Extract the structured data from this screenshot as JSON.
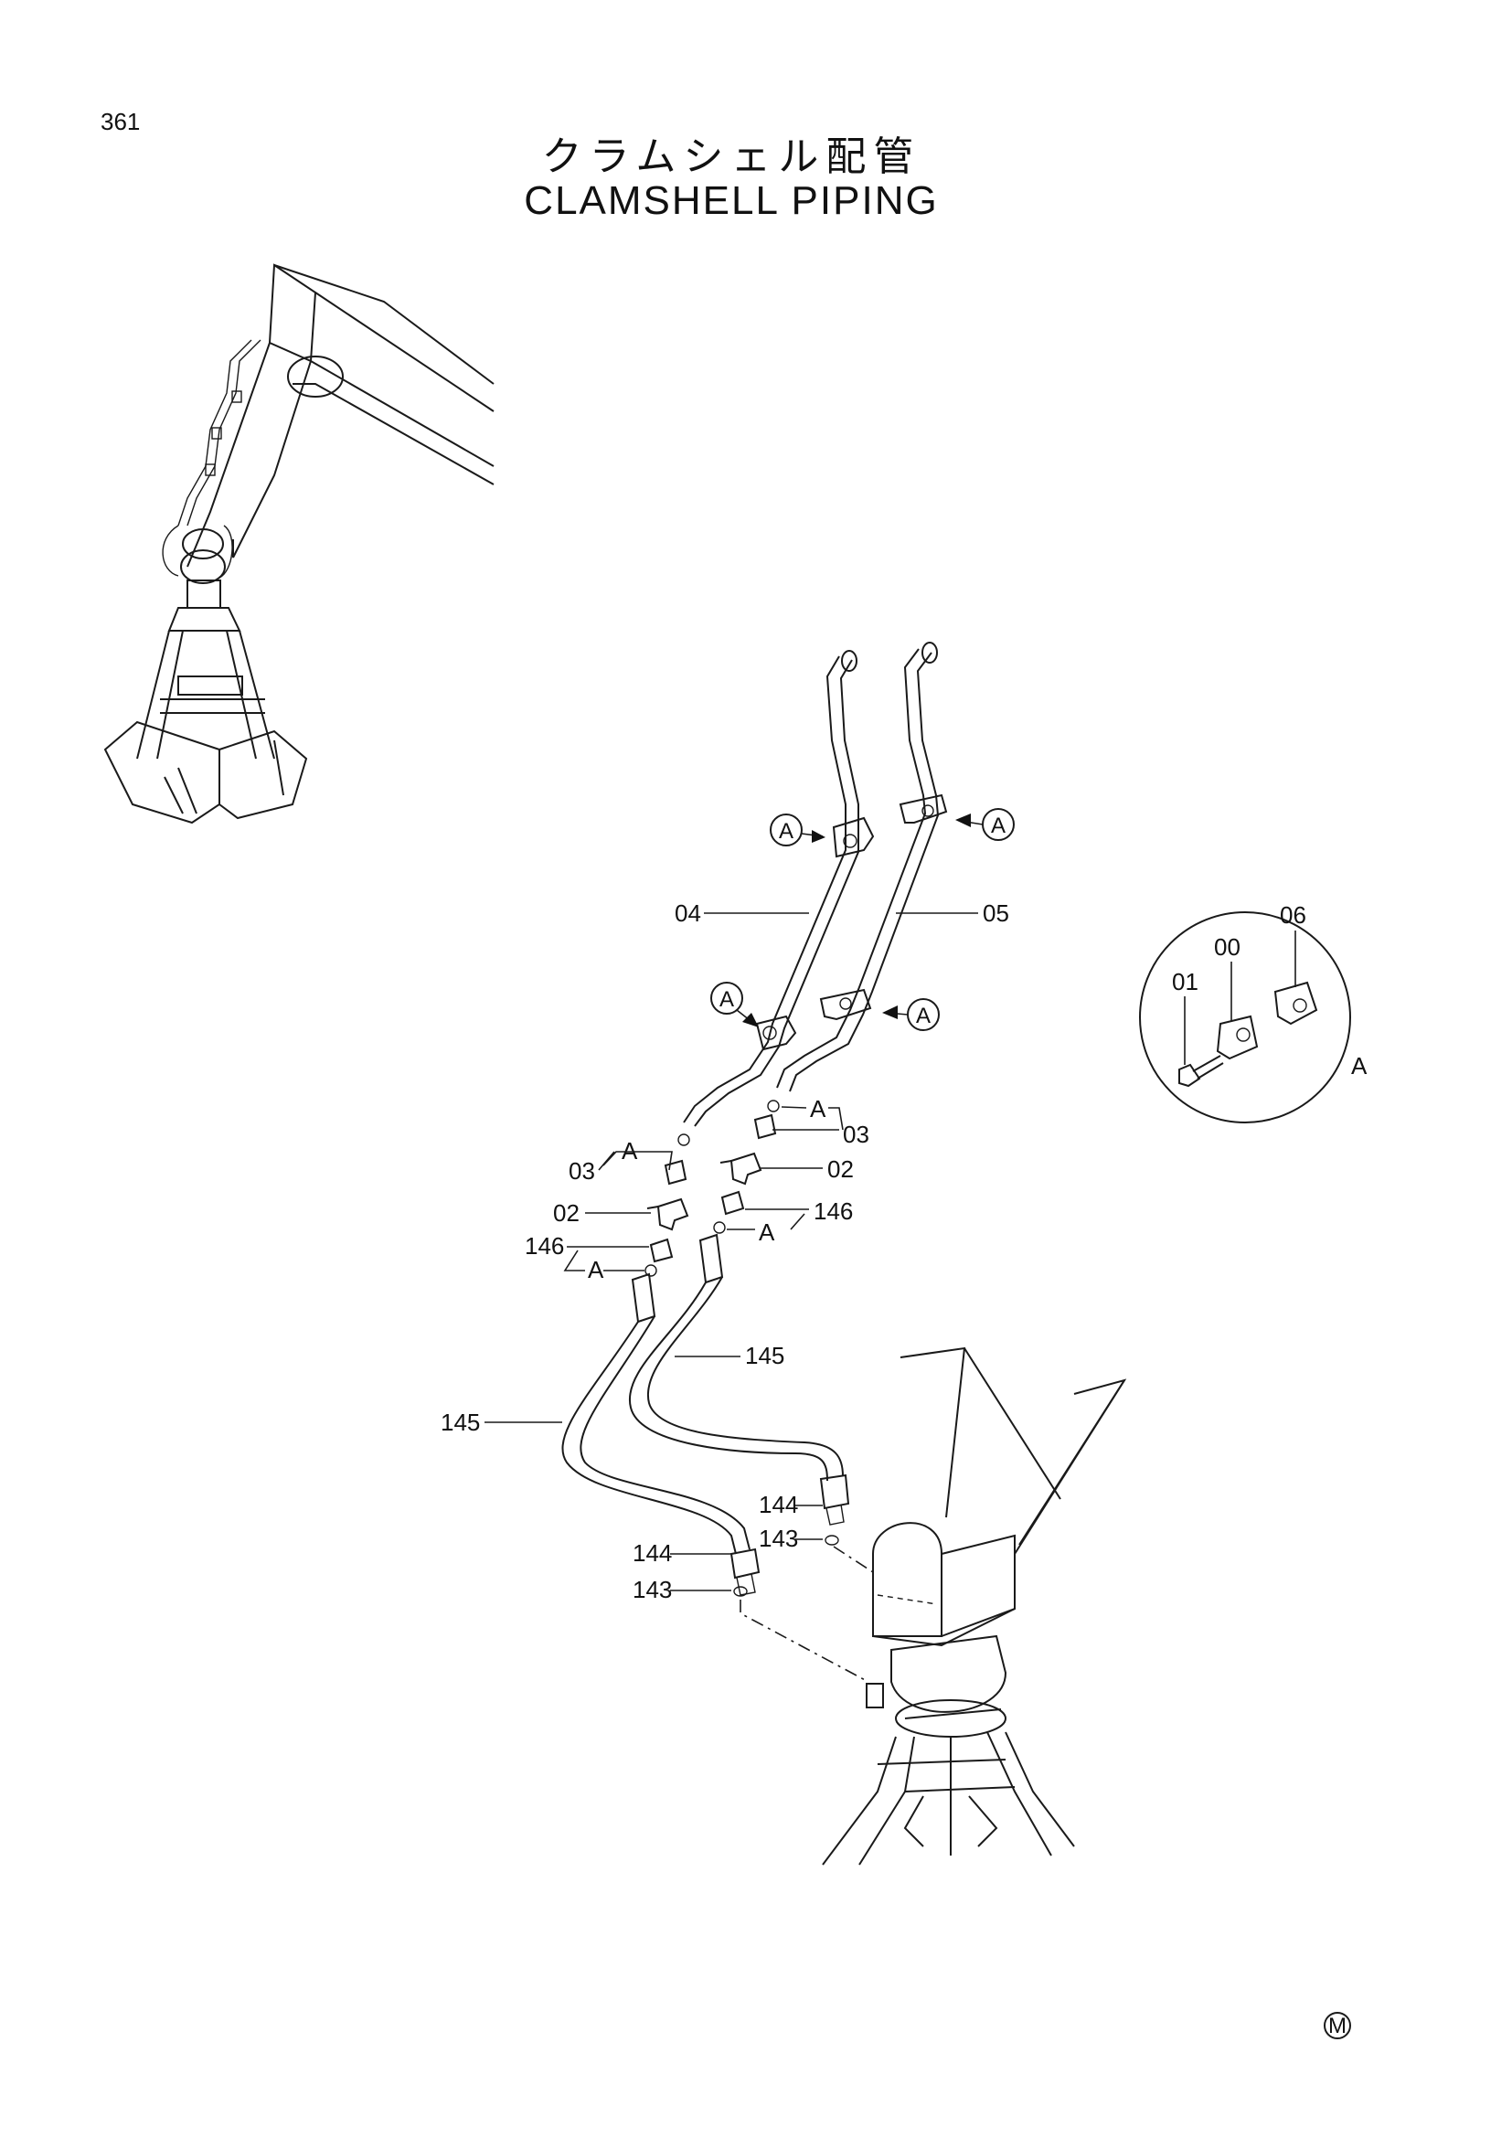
{
  "page_number": "361",
  "title_jp": "クラムシェル配管",
  "title_en": "CLAMSHELL PIPING",
  "detail_view": {
    "marker": "A",
    "labels": {
      "bolt": "01",
      "clamp_lower": "00",
      "clamp_upper": "06"
    }
  },
  "callout_letter": "A",
  "part_labels": {
    "pipe_left": "04",
    "pipe_right": "05",
    "adapter_left": "03",
    "adapter_right": "03",
    "tee_left": "02",
    "tee_right": "02",
    "nipple_left": "146",
    "nipple_right": "146",
    "hose_left": "145",
    "hose_right": "145",
    "fitting_left": "144",
    "fitting_right": "144",
    "oring_left": "143",
    "oring_right": "143",
    "a_left_upper": "A",
    "a_left_lower": "A",
    "a_right_upper": "A",
    "a_right_lower": "A"
  },
  "footer_mark": "M"
}
